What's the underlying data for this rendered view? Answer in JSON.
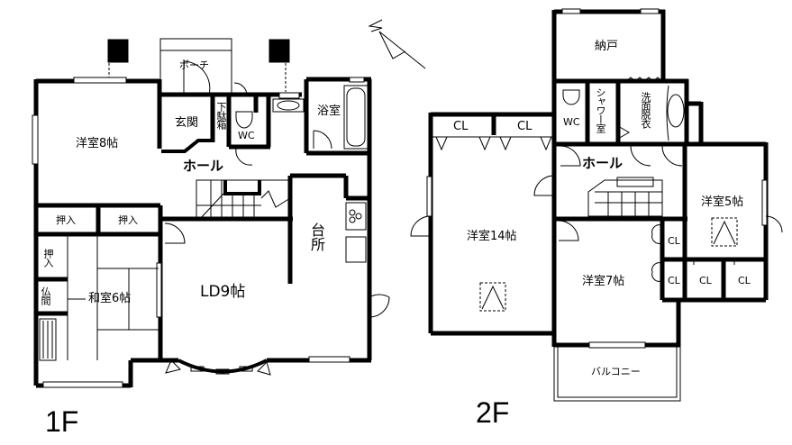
{
  "plan": {
    "floors": [
      {
        "label": "1F",
        "rooms": {
          "western8": "洋室8帖",
          "closet_a": "押入",
          "closet_b": "押入",
          "closet_c": "押入",
          "butsuma": "仏間",
          "japanese6": "和室6帖",
          "porch": "ポーチ",
          "entrance": "玄関",
          "shoe_box": "下駄箱",
          "wc": "WC",
          "bath": "浴室",
          "hall": "ホール",
          "kitchen": "台所",
          "ld": "LD9帖"
        }
      },
      {
        "label": "2F",
        "rooms": {
          "storage": "納戸",
          "wc": "WC",
          "shower": "シャワー室",
          "washroom": "洗面脱衣",
          "cl1": "CL",
          "cl2": "CL",
          "hall": "ホール",
          "western14": "洋室14帖",
          "western5": "洋室5帖",
          "western7": "洋室7帖",
          "cl3": "CL",
          "cl4": "CL",
          "cl5": "CL",
          "cl6": "CL",
          "balcony": "バルコニー"
        }
      }
    ],
    "colors": {
      "wall": "#000000",
      "background": "#ffffff"
    }
  }
}
